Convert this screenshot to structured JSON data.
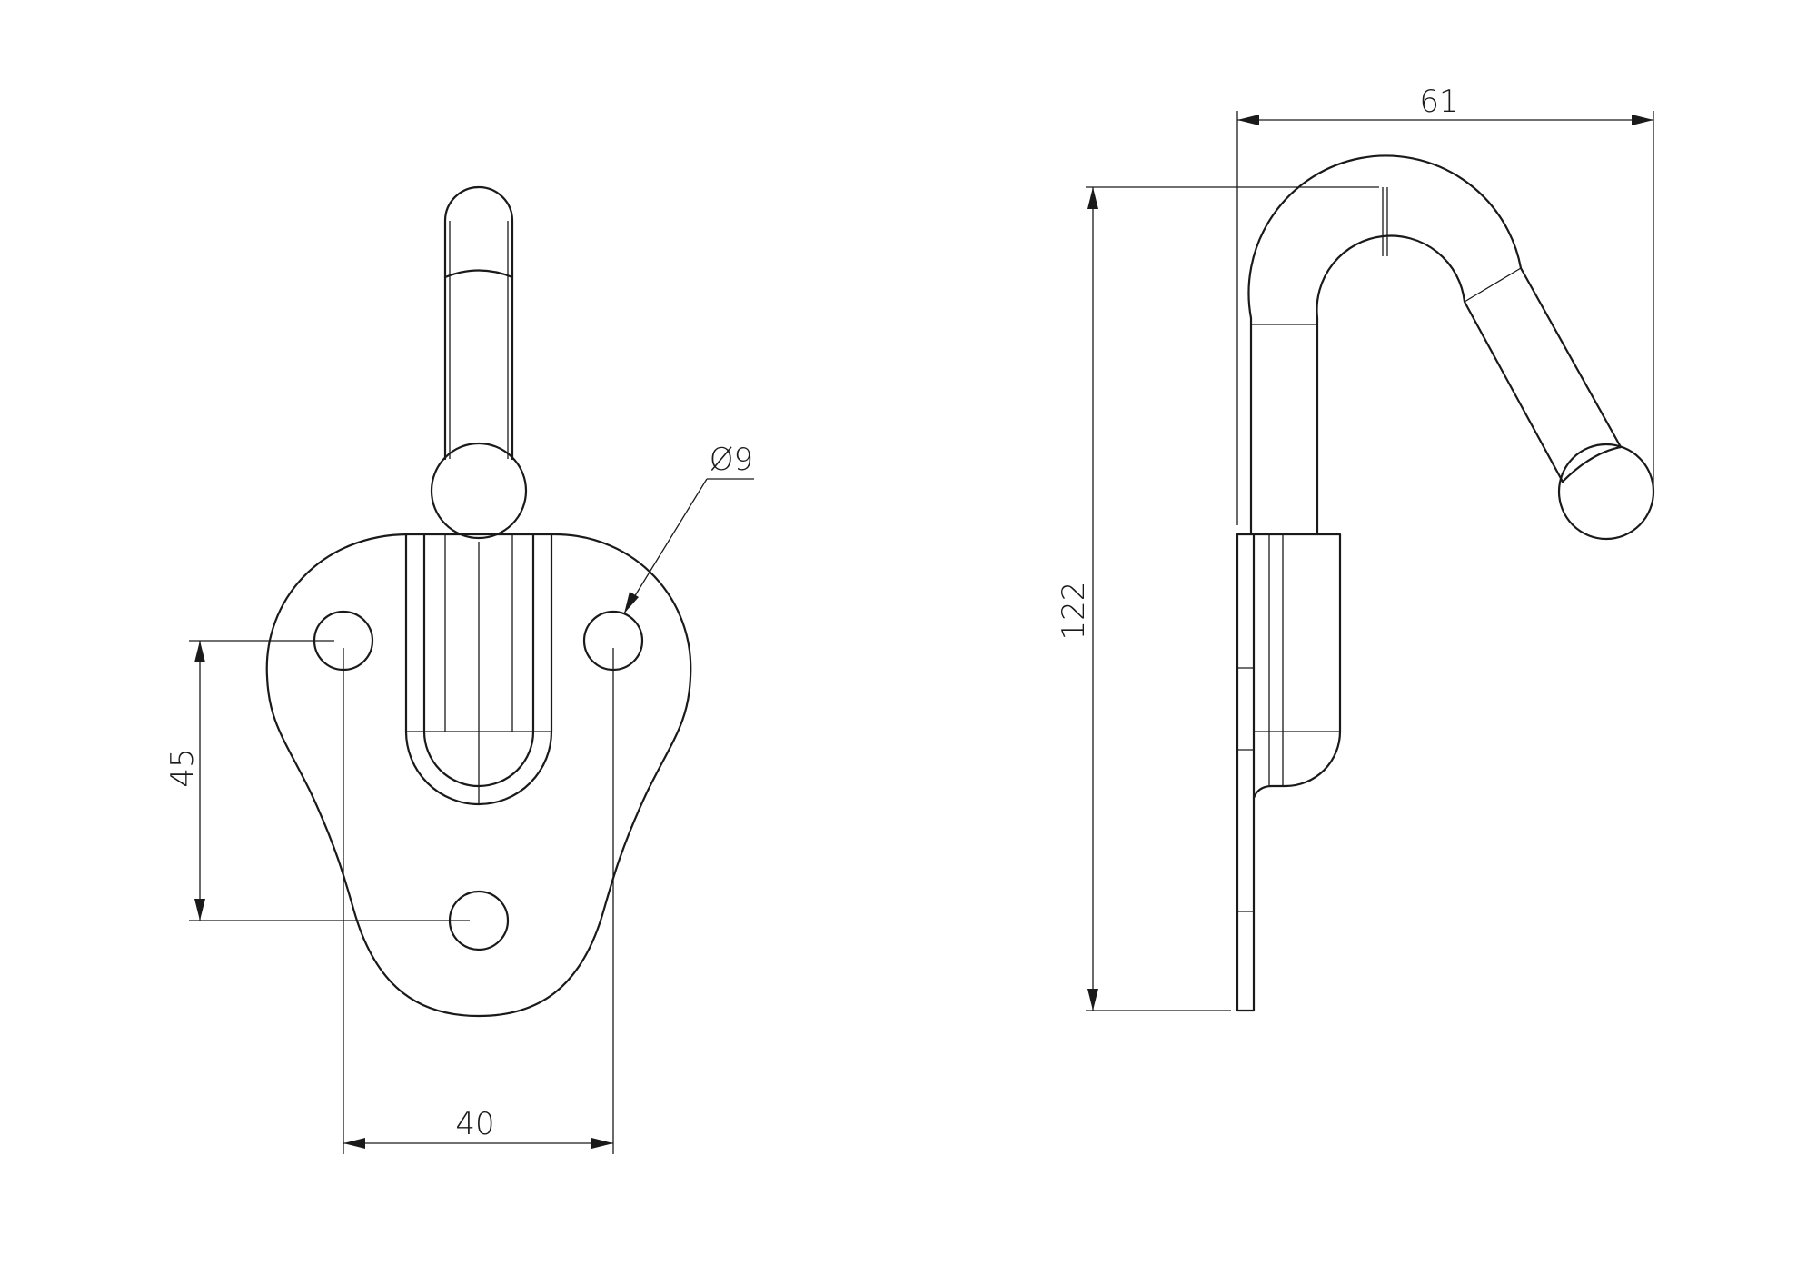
{
  "views": {
    "front": {
      "hole_diameter_label": "Ø9",
      "hole_spacing_horizontal": "40",
      "hole_spacing_vertical": "45"
    },
    "side": {
      "overall_width": "61",
      "overall_height": "122"
    }
  },
  "colors": {
    "line": "#1a1a1a",
    "background": "#ffffff"
  }
}
